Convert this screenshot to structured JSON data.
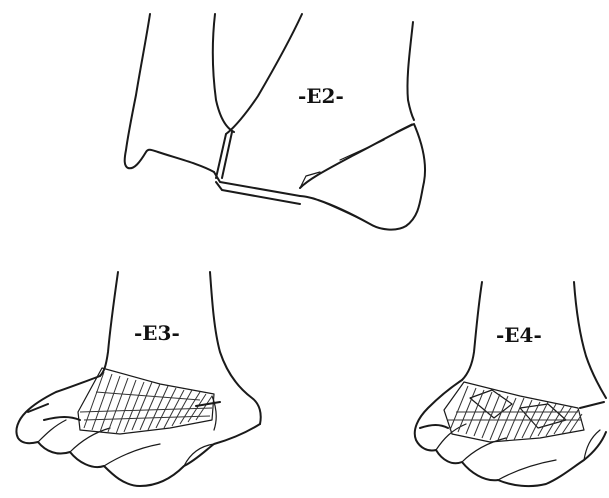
{
  "panels": [
    {
      "id": "e2",
      "label": "-E2-"
    },
    {
      "id": "e3",
      "label": "-E3-"
    },
    {
      "id": "e4",
      "label": "-E4-"
    }
  ],
  "colors": {
    "background": "#ffffff",
    "ink": "#1a1a1a",
    "hatch": "#333333"
  }
}
